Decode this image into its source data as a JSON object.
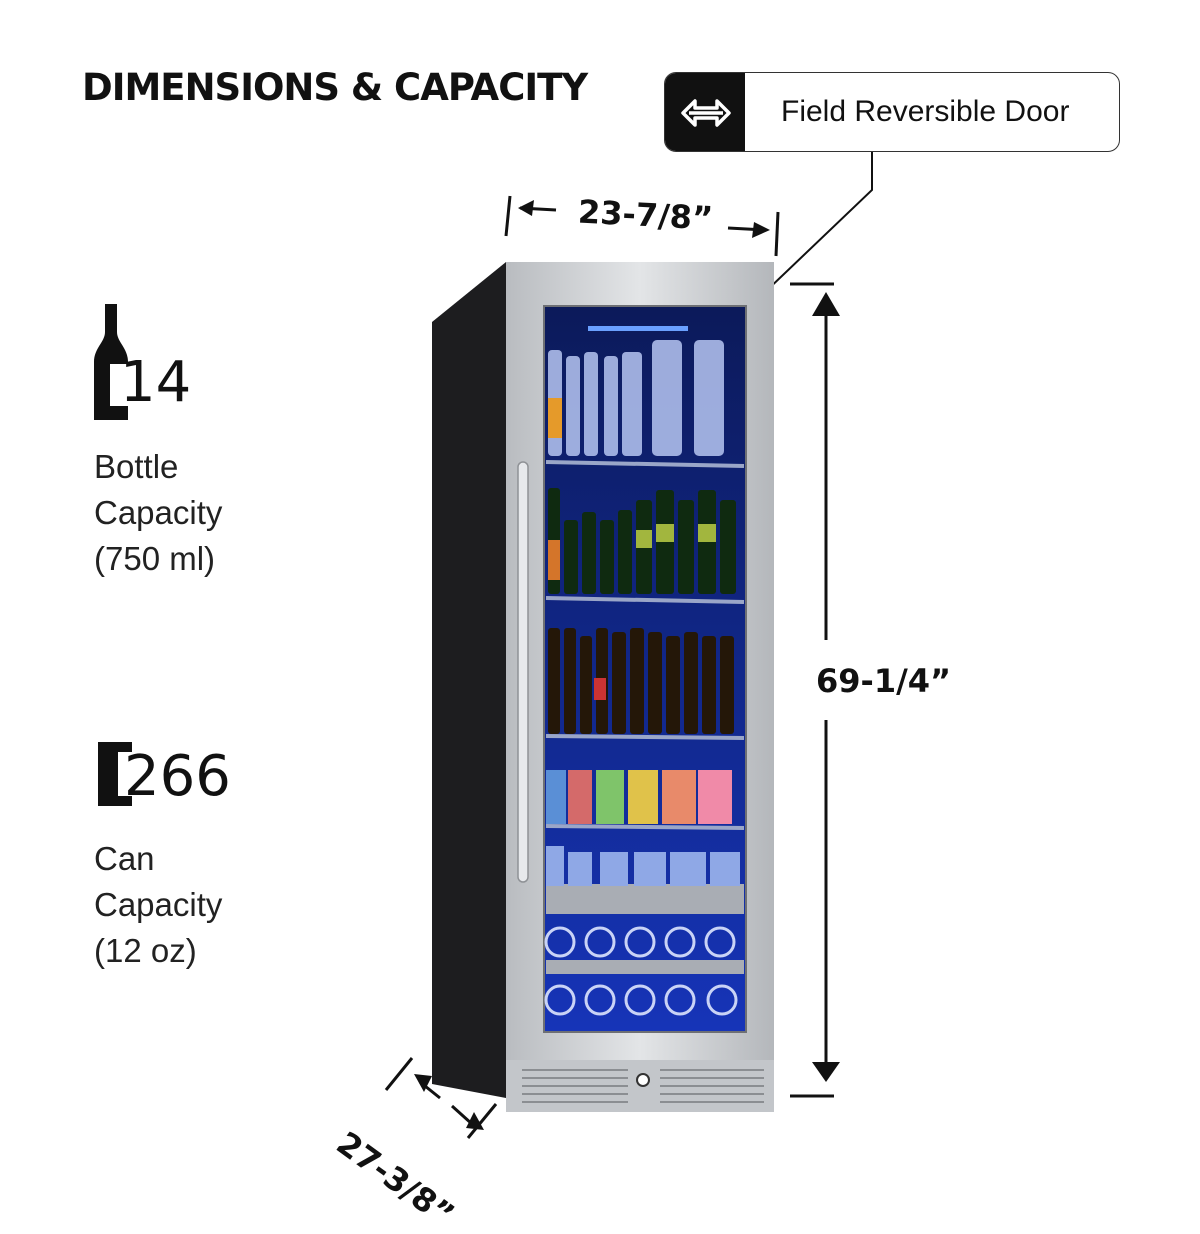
{
  "title": "DIMENSIONS & CAPACITY",
  "badge": {
    "label": "Field Reversible Door",
    "icon": "reversible-arrows-icon"
  },
  "bottle": {
    "value": "14",
    "line1": "Bottle",
    "line2": "Capacity",
    "line3": "(750 ml)",
    "icon": "wine-bottle-icon"
  },
  "can": {
    "value": "266",
    "line1": "Can",
    "line2": "Capacity",
    "line3": "(12 oz)",
    "icon": "beverage-can-icon"
  },
  "dimensions": {
    "width": "23-7/8”",
    "height": "69-1/4”",
    "depth": "27-3/8”"
  },
  "colors": {
    "accent_blue": "#1f4fd8",
    "stainless": "#c9ccd0",
    "cabinet": "#1a1a1a"
  }
}
